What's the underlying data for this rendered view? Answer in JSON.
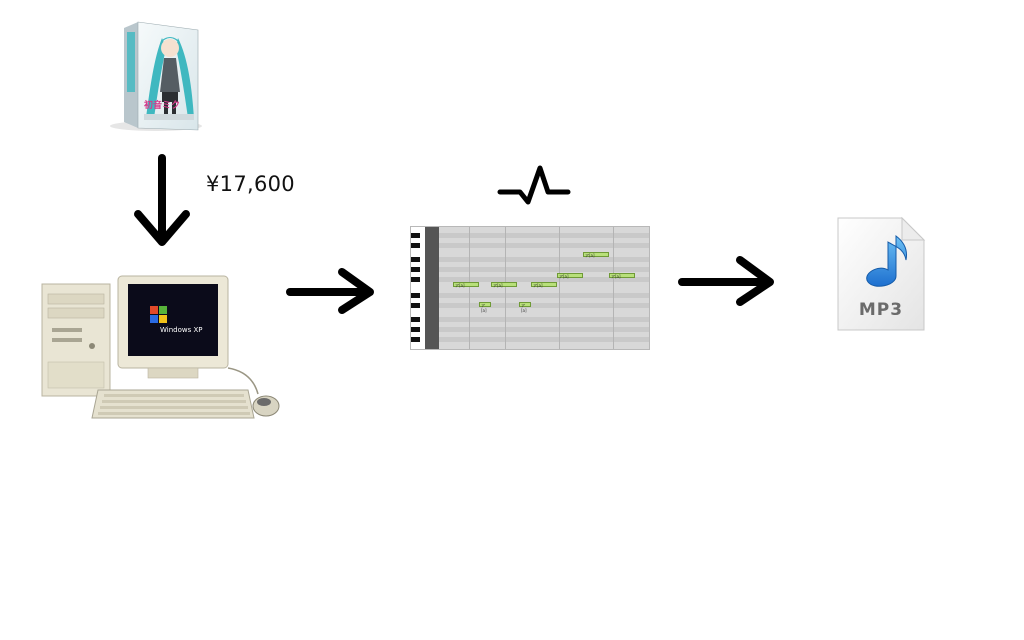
{
  "diagram": {
    "price": "¥17,600",
    "software_box": {
      "icon": "vocaloid-hatsune-miku-software-box",
      "logo_text": "初音ミク"
    },
    "computer": {
      "icon": "windows-xp-desktop-computer",
      "screen_text": "Windows XP"
    },
    "piano_roll": {
      "icon": "piano-roll-editor",
      "note_lyric": "ア[a]"
    },
    "waveform": {
      "icon": "waveform-icon"
    },
    "output_file": {
      "icon": "mp3-file-icon",
      "label": "MP3"
    }
  },
  "colors": {
    "arrow": "#000000",
    "note_fill": "#b8e07a",
    "miku_teal": "#3fb8c0",
    "mp3_blue": "#2a7fd4"
  }
}
